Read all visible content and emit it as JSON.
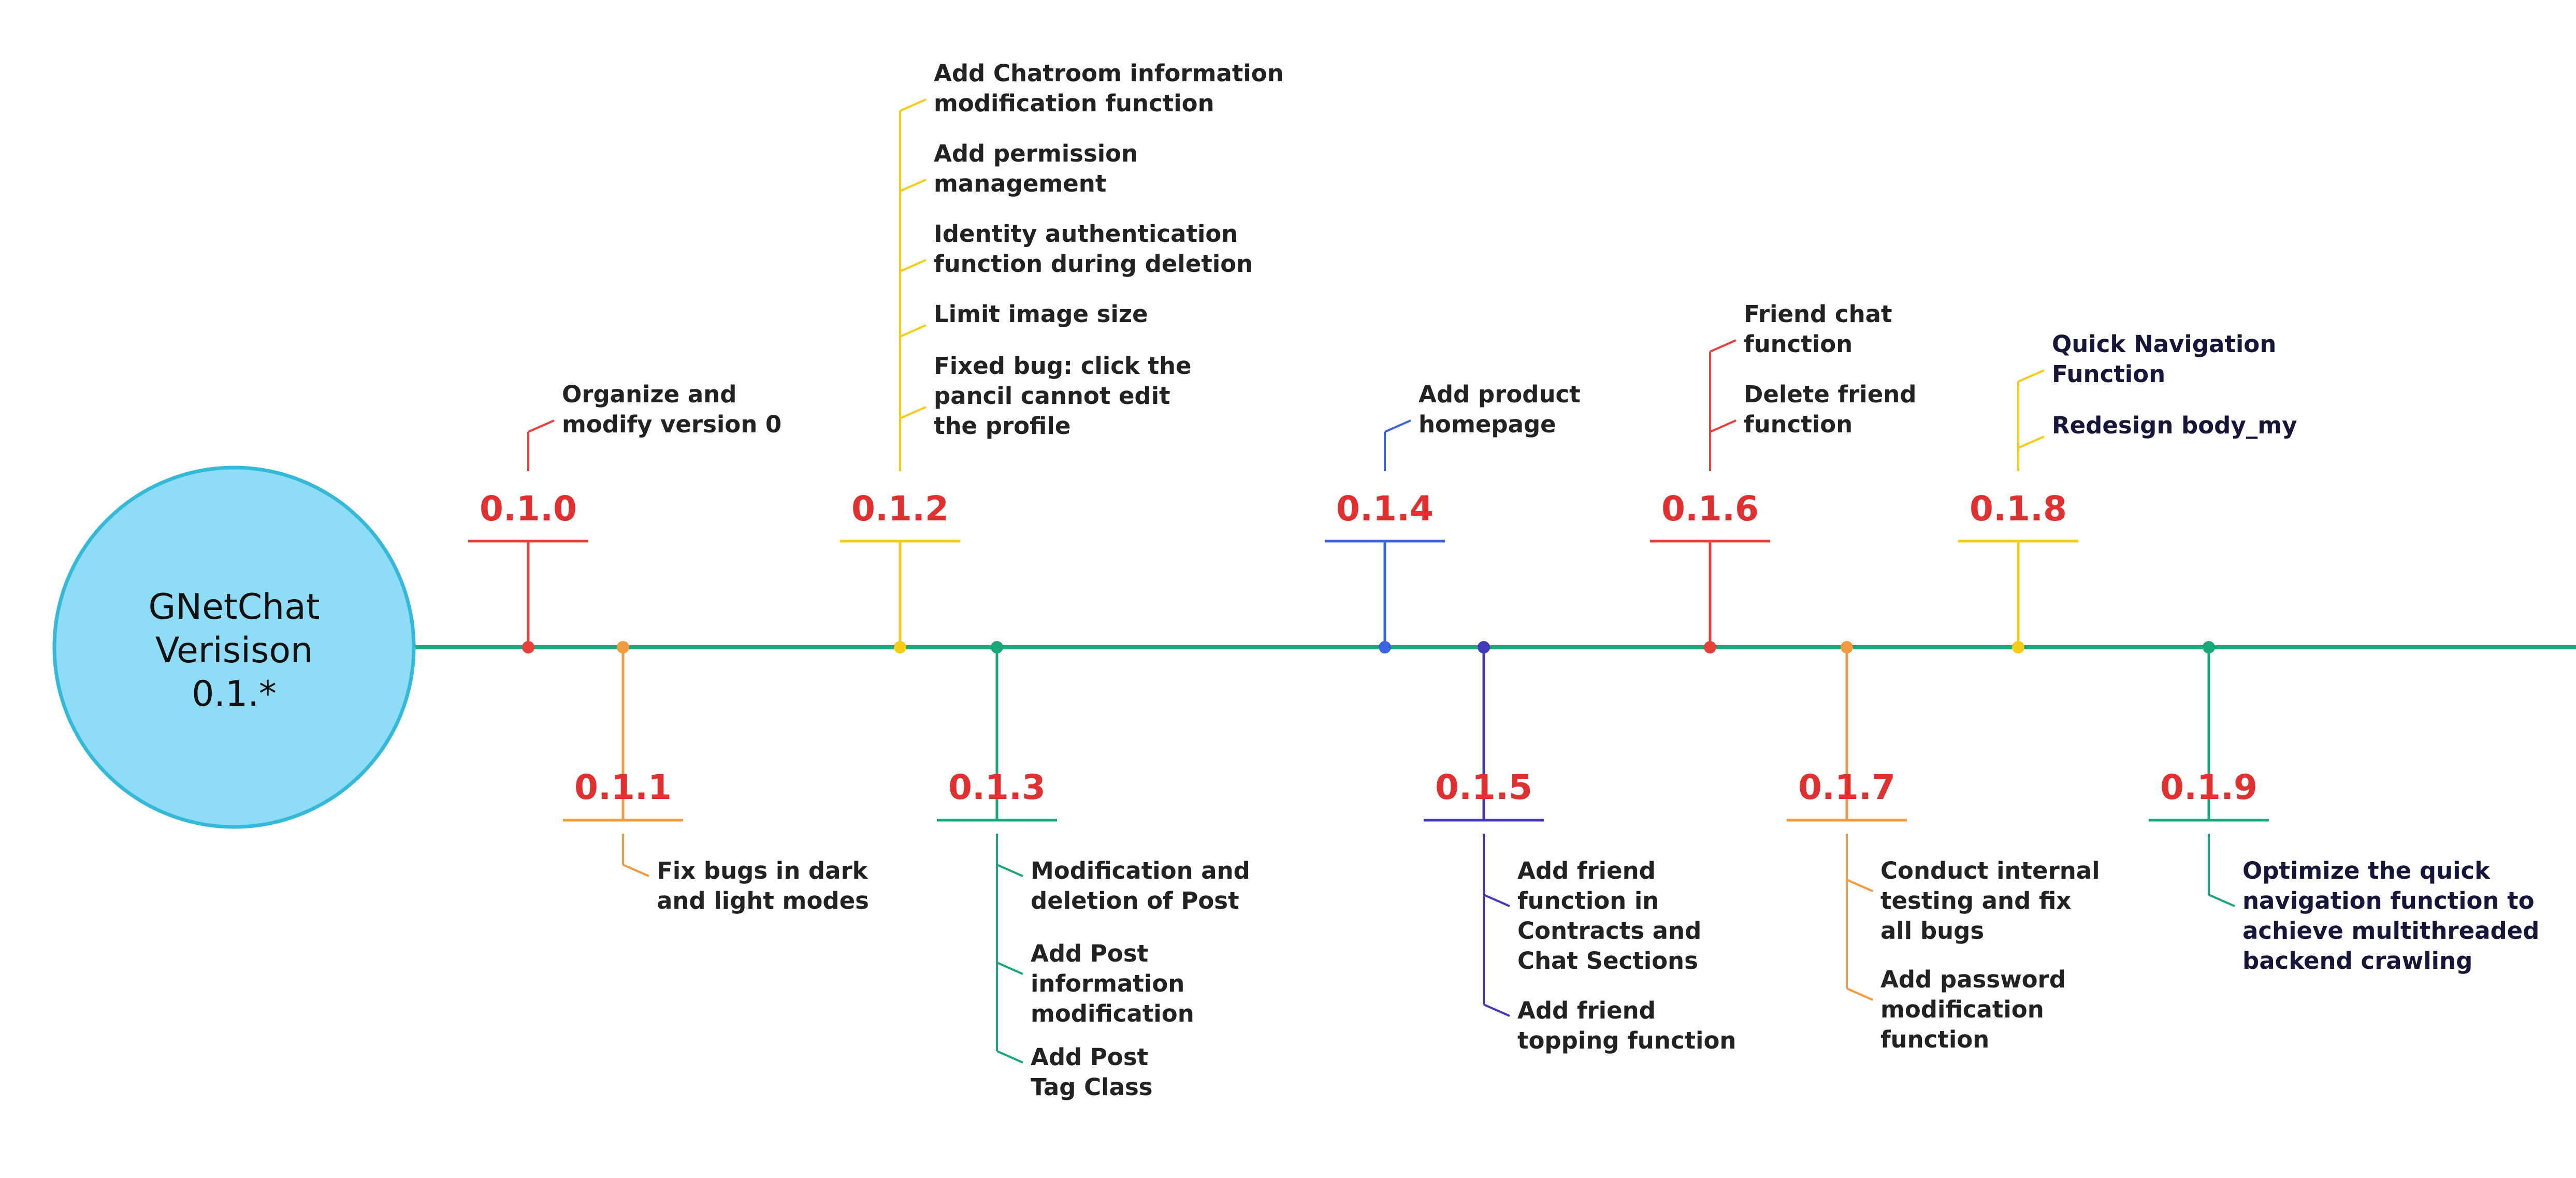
{
  "title": {
    "lines": [
      "GNetChat",
      "Verisison",
      "0.1.*"
    ],
    "fill_color": "#8fdcf6",
    "stroke_color": "#34b9d8"
  },
  "colors": {
    "axis": "#1aa77a",
    "version_label": "#e0302f",
    "item_text_default": "#222222",
    "item_text_navy": "#16163a"
  },
  "versions": [
    {
      "label": "0.1.0",
      "color": "#e8413c",
      "side": "top",
      "text_color": "#222222",
      "items": [
        [
          "Organize and",
          "modify version 0"
        ]
      ]
    },
    {
      "label": "0.1.1",
      "color": "#f49a3e",
      "side": "bottom",
      "text_color": "#222222",
      "items": [
        [
          "Fix bugs in dark",
          "and light modes"
        ]
      ]
    },
    {
      "label": "0.1.2",
      "color": "#f5cc17",
      "side": "top",
      "text_color": "#222222",
      "items": [
        [
          "Add Chatroom information",
          "modification function"
        ],
        [
          "Add permission",
          "management"
        ],
        [
          "Identity authentication",
          "function during deletion"
        ],
        [
          "Limit image size"
        ],
        [
          "Fixed bug: click the",
          "pancil cannot  edit",
          "the profile"
        ]
      ]
    },
    {
      "label": "0.1.3",
      "color": "#18a877",
      "side": "bottom",
      "text_color": "#222222",
      "items": [
        [
          "Modification and",
          "deletion of Post"
        ],
        [
          "Add Post",
          "information",
          "modification"
        ],
        [
          "Add Post",
          "Tag Class"
        ]
      ]
    },
    {
      "label": "0.1.4",
      "color": "#3d64e0",
      "side": "top",
      "text_color": "#222222",
      "items": [
        [
          "Add product",
          "homepage"
        ]
      ]
    },
    {
      "label": "0.1.5",
      "color": "#4338b8",
      "side": "bottom",
      "text_color": "#222222",
      "items": [
        [
          "Add friend",
          "function in",
          "Contracts and",
          "Chat Sections"
        ],
        [
          "Add friend",
          "topping function"
        ]
      ]
    },
    {
      "label": "0.1.6",
      "color": "#e8413c",
      "side": "top",
      "text_color": "#222222",
      "items": [
        [
          "Friend chat",
          "function"
        ],
        [
          "Delete friend",
          "function"
        ]
      ]
    },
    {
      "label": "0.1.7",
      "color": "#f49a3e",
      "side": "bottom",
      "text_color": "#222222",
      "items": [
        [
          "Conduct internal",
          "testing and fix",
          "all bugs"
        ],
        [
          "Add password",
          "modification",
          "function"
        ]
      ]
    },
    {
      "label": "0.1.8",
      "color": "#f5cc17",
      "side": "top",
      "text_color": "#16163a",
      "items": [
        [
          "Quick Navigation",
          "Function"
        ],
        [
          "Redesign body_my"
        ]
      ]
    },
    {
      "label": "0.1.9",
      "color": "#18a877",
      "side": "bottom",
      "text_color": "#16163a",
      "items": [
        [
          "Optimize the quick",
          "navigation function to",
          "achieve multithreaded",
          "backend crawling"
        ]
      ]
    }
  ]
}
